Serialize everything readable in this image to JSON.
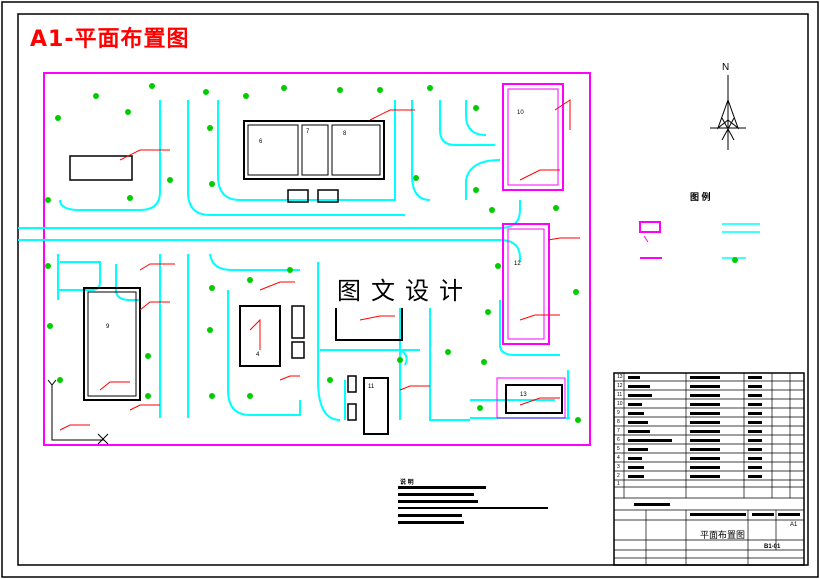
{
  "title": "A1-平面布置图",
  "watermark": "图文设计",
  "north_label": "N",
  "legend": {
    "title": "图 例"
  },
  "buildings": [
    {
      "id": "6"
    },
    {
      "id": "7"
    },
    {
      "id": "8"
    },
    {
      "id": "9"
    },
    {
      "id": "10"
    },
    {
      "id": "11"
    },
    {
      "id": "12"
    },
    {
      "id": "13"
    },
    {
      "id": "4"
    }
  ],
  "notes": {
    "title": "说 明"
  },
  "title_block": {
    "drawing_title": "平面布置图",
    "scale": "A1",
    "drawing_no": "B1-01",
    "rows": [
      "13",
      "12",
      "11",
      "10",
      "9",
      "8",
      "7",
      "6",
      "5",
      "4",
      "3",
      "2",
      "1"
    ]
  },
  "colors": {
    "road": "#00ffff",
    "boundary": "#ff00ff",
    "pipe": "#ff0000",
    "tree": "#00cc00"
  }
}
